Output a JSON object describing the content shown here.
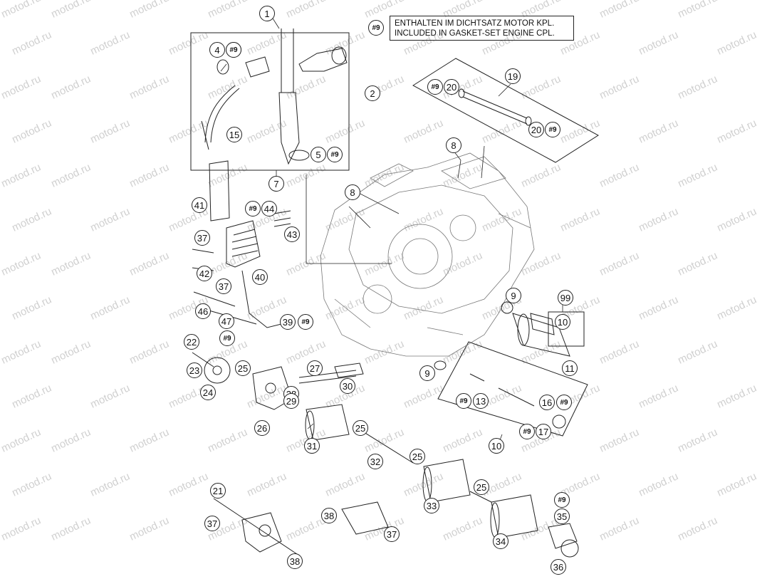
{
  "legend": {
    "tag": "#9",
    "line1": "ENTHALTEN IM DICHTSATZ MOTOR KPL.",
    "line2": "INCLUDED IN GASKET-SET ENGINE CPL."
  },
  "watermark": "motod.ru",
  "colors": {
    "line": "#222222",
    "watermark": "#d0d0d0"
  },
  "callouts": [
    "1",
    "#9",
    "4",
    "#9",
    "2",
    "15",
    "5",
    "#9",
    "7",
    "19",
    "#9",
    "20",
    "20",
    "#9",
    "8",
    "8",
    "41",
    "#9",
    "44",
    "37",
    "43",
    "42",
    "40",
    "37",
    "46",
    "47",
    "39",
    "#9",
    "#9",
    "22",
    "23",
    "24",
    "25",
    "26",
    "27",
    "28",
    "29",
    "30",
    "9",
    "99",
    "10",
    "9",
    "11",
    "#9",
    "13",
    "16",
    "#9",
    "17",
    "#9",
    "10",
    "25",
    "31",
    "32",
    "25",
    "33",
    "25",
    "21",
    "37",
    "38",
    "38",
    "37",
    "34",
    "#9",
    "35",
    "36"
  ]
}
